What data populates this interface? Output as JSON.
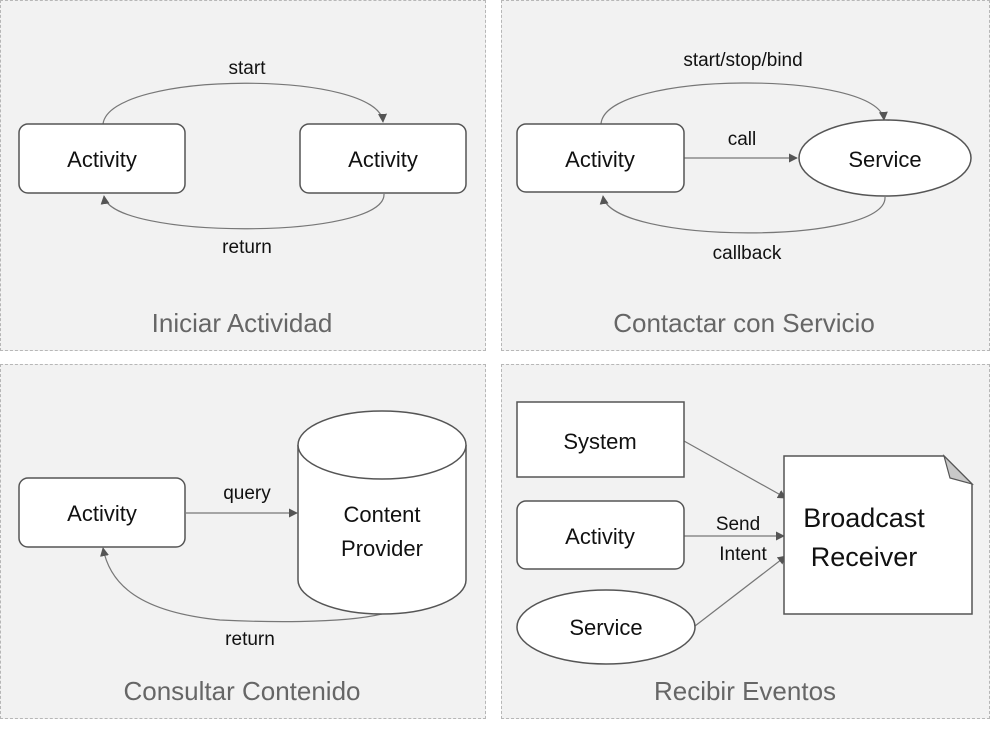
{
  "colors": {
    "panel_bg": "#f2f2f2",
    "panel_border": "#b7b7b7",
    "node_fill": "#ffffff",
    "node_stroke": "#555555",
    "edge": "#666666",
    "title": "#666666"
  },
  "panels": {
    "start_activity": {
      "title": "Iniciar Actividad",
      "node_a": "Activity",
      "node_b": "Activity",
      "edge_start": "start",
      "edge_return": "return"
    },
    "contact_service": {
      "title": "Contactar con Servicio",
      "node_activity": "Activity",
      "node_service": "Service",
      "edge_top": "start/stop/bind",
      "edge_call": "call",
      "edge_callback": "callback"
    },
    "query_content": {
      "title": "Consultar Contenido",
      "node_activity": "Activity",
      "provider_line1": "Content",
      "provider_line2": "Provider",
      "edge_query": "query",
      "edge_return": "return"
    },
    "receive_events": {
      "title": "Recibir Eventos",
      "node_system": "System",
      "node_activity": "Activity",
      "node_service": "Service",
      "edge_label_line1": "Send",
      "edge_label_line2": "Intent",
      "receiver_line1": "Broadcast",
      "receiver_line2": "Receiver"
    }
  }
}
